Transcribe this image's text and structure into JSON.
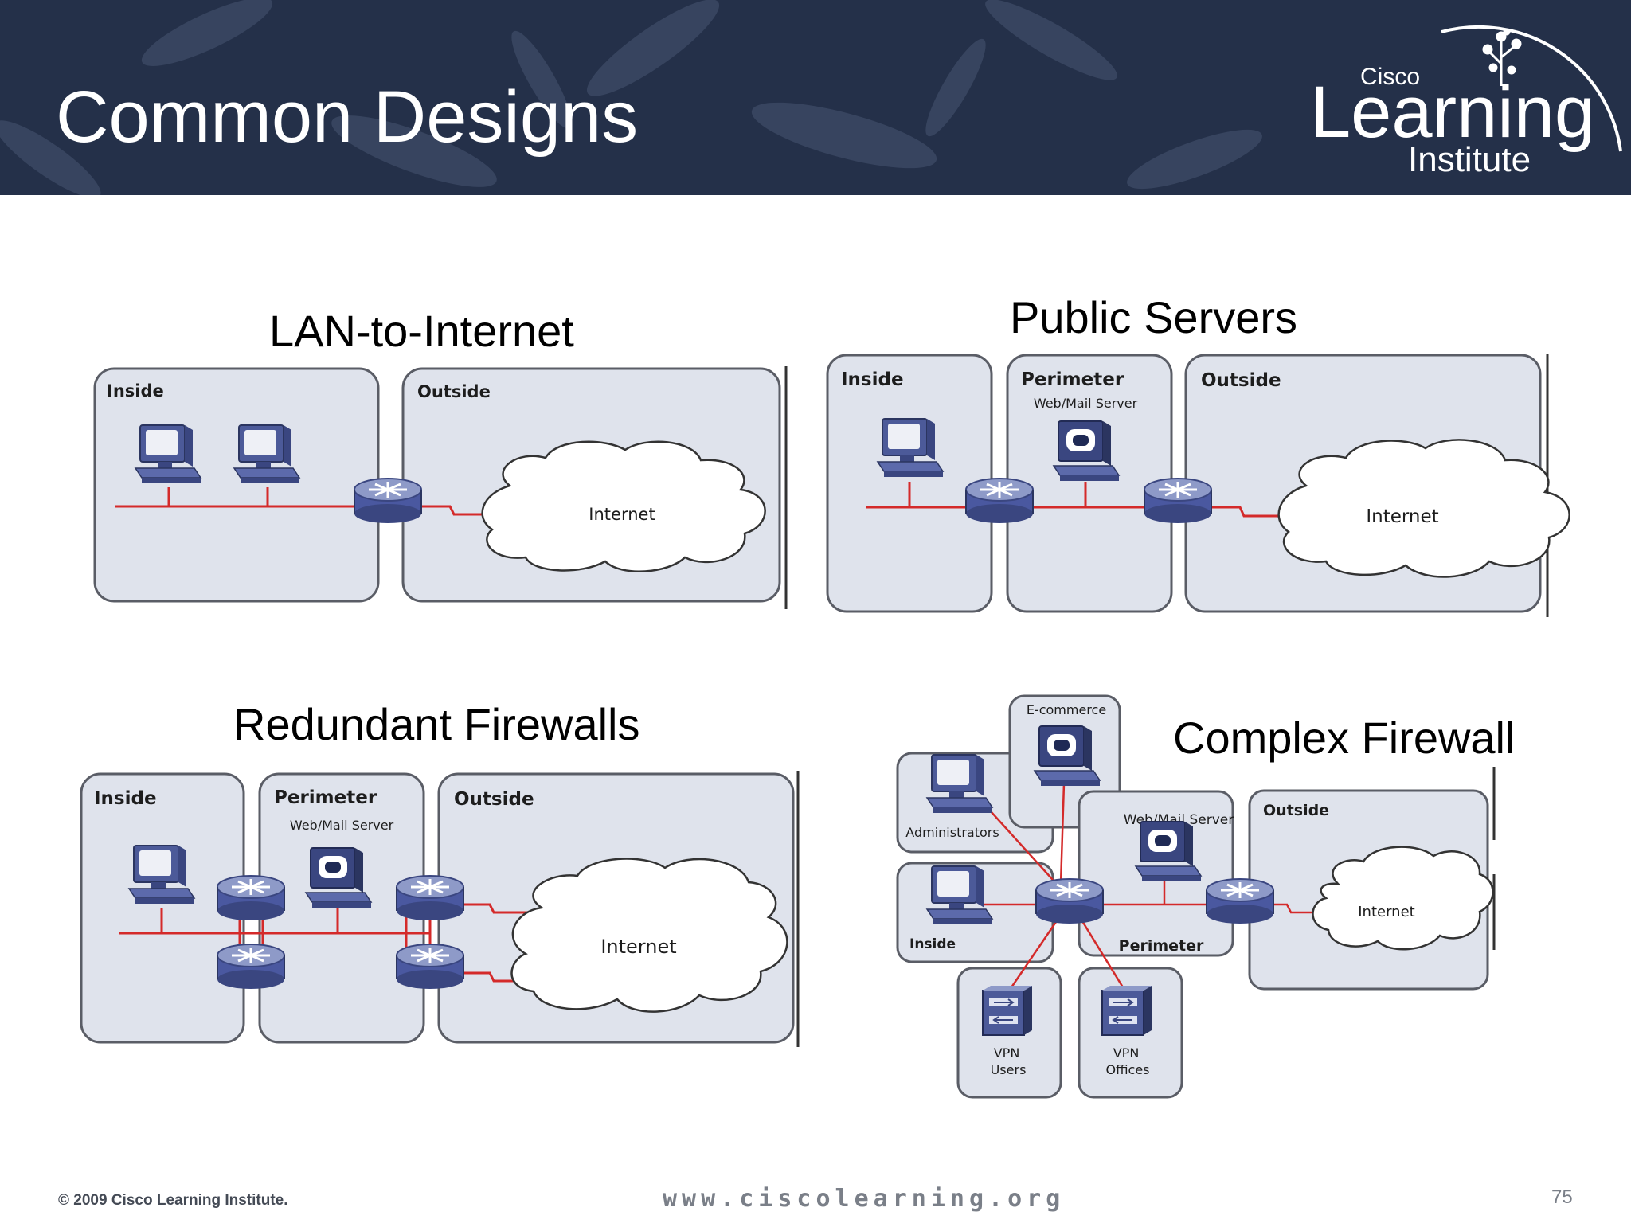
{
  "slide": {
    "title": "Common Designs",
    "logo": {
      "small": "Cisco",
      "big": "Learning",
      "sub": "Institute"
    }
  },
  "colors": {
    "header_bg": "#243049",
    "zone_fill": "#dfe3ec",
    "zone_stroke": "#5a5d66",
    "link": "#d42a2a",
    "device": "#4c5a99"
  },
  "diagrams": {
    "lan": {
      "title": "LAN-to-Internet",
      "zones": [
        "Inside",
        "Outside"
      ],
      "cloud": "Internet"
    },
    "public": {
      "title": "Public Servers",
      "zones": [
        "Inside",
        "Perimeter",
        "Outside"
      ],
      "server": "Web/Mail Server",
      "cloud": "Internet"
    },
    "redundant": {
      "title": "Redundant Firewalls",
      "zones": [
        "Inside",
        "Perimeter",
        "Outside"
      ],
      "server": "Web/Mail Server",
      "cloud": "Internet"
    },
    "complex": {
      "title": "Complex Firewall",
      "ecommerce": "E-commerce",
      "administrators": "Administrators",
      "inside": "Inside",
      "server": "Web/Mail Server",
      "perimeter": "Perimeter",
      "outside": "Outside",
      "cloud": "Internet",
      "vpn_users": [
        "VPN",
        "Users"
      ],
      "vpn_offices": [
        "VPN",
        "Offices"
      ]
    }
  },
  "footer": {
    "copyright": "© 2009 Cisco Learning Institute.",
    "url": "www.ciscolearning.org",
    "page": "75"
  }
}
